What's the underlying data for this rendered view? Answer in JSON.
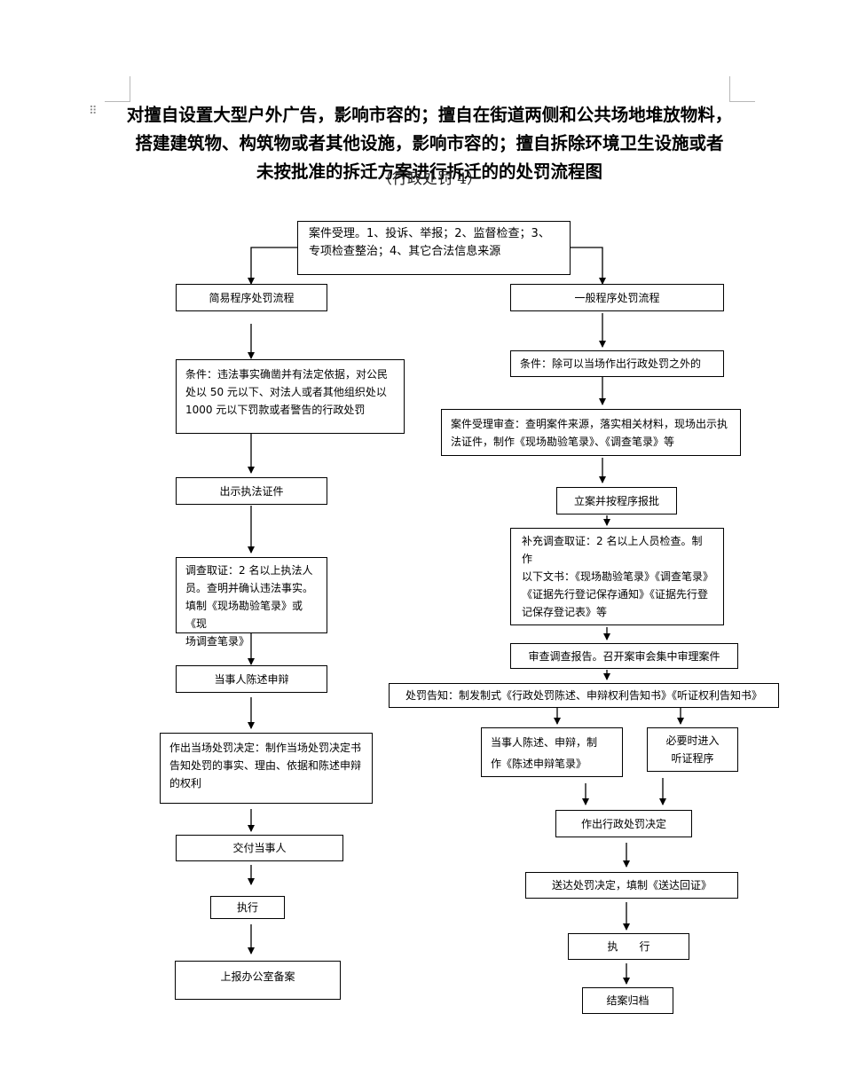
{
  "title": {
    "line1": "对擅自设置大型户外广告，影响市容的；擅自在街道两侧和公共场地堆放物料，",
    "line2": "搭建建筑物、构筑物或者其他设施，影响市容的；擅自拆除环境卫生设施或者",
    "line3": "未按批准的拆迁方案进行拆迁的的处罚流程图",
    "subtitle": "（行政处罚 4）"
  },
  "flow": {
    "intake": {
      "line1": "案件受理。1、投诉、举报；2、监督检查；3、",
      "line2": "专项检查整治；4、其它合法信息来源"
    },
    "simple": {
      "header": "简易程序处罚流程",
      "condition": {
        "line1": "条件：违法事实确凿并有法定依据，对公民",
        "line2": "处以 50 元以下、对法人或者其他组织处以",
        "line3": "1000 元以下罚款或者警告的行政处罚"
      },
      "show_id": "出示执法证件",
      "investigate": {
        "line1": "调查取证：2 名以上执法人",
        "line2": "员。查明并确认违法事实。",
        "line3": "填制《现场勘验笔录》或《现",
        "line4": "场调查笔录》"
      },
      "statement": "当事人陈述申辩",
      "decision": {
        "line1": "作出当场处罚决定：制作当场处罚决定书",
        "line2": "告知处罚的事实、理由、依据和陈述申辩",
        "line3": "的权利"
      },
      "deliver": "交付当事人",
      "execute": "执行",
      "report": "上报办公室备案"
    },
    "general": {
      "header": "一般程序处罚流程",
      "condition": "条件：除可以当场作出行政处罚之外的",
      "review": {
        "line1": "案件受理审查：查明案件来源，落实相关材料，现场出示执",
        "line2": "法证件，制作《现场勘验笔录》、《调查笔录》等"
      },
      "register": "立案并按程序报批",
      "supplement": {
        "line1": "补充调查取证：2 名以上人员检查。制作",
        "line2": "以下文书：《现场勘验笔录》《调查笔录》",
        "line3": "《证据先行登记保存通知》《证据先行登",
        "line4": "记保存登记表》等"
      },
      "report_review": "审查调查报告。召开案审会集中审理案件",
      "notice": "处罚告知：制发制式《行政处罚陈述、申辩权利告知书》《听证权利告知书》",
      "statement": {
        "line1": "当事人陈述、申辩，制",
        "line2": "作《陈述申辩笔录》"
      },
      "hearing": {
        "line1": "必要时进入",
        "line2": "听证程序"
      },
      "decision": "作出行政处罚决定",
      "serve": "送达处罚决定，填制《送达回证》",
      "execute": "执　　行",
      "archive": "结案归档"
    }
  }
}
